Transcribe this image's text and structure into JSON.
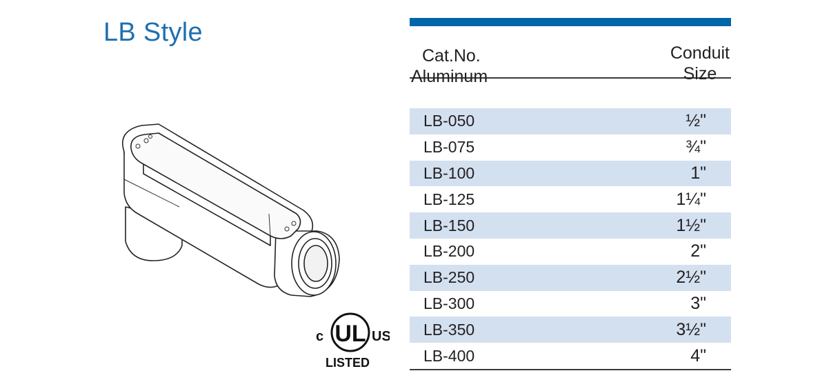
{
  "title": "LB Style",
  "table": {
    "header": {
      "col1_line1": "Cat.No.",
      "col1_line2": "Aluminum",
      "col2_line1": "Conduit",
      "col2_line2": "Size"
    },
    "rows": [
      {
        "cat": "LB-050",
        "size": "½\""
      },
      {
        "cat": "LB-075",
        "size": "¾\""
      },
      {
        "cat": "LB-100",
        "size": "1\""
      },
      {
        "cat": "LB-125",
        "size": "1¼\""
      },
      {
        "cat": "LB-150",
        "size": "1½\""
      },
      {
        "cat": "LB-200",
        "size": "2\""
      },
      {
        "cat": "LB-250",
        "size": "2½\""
      },
      {
        "cat": "LB-300",
        "size": "3\""
      },
      {
        "cat": "LB-350",
        "size": "3½\""
      },
      {
        "cat": "LB-400",
        "size": "4\""
      }
    ]
  },
  "certification": {
    "c": "c",
    "ul": "UL",
    "us": "US",
    "listed": "LISTED"
  },
  "colors": {
    "title": "#1f6fae",
    "header_bar": "#0066aa",
    "row_shade": "#d3e0f0"
  }
}
